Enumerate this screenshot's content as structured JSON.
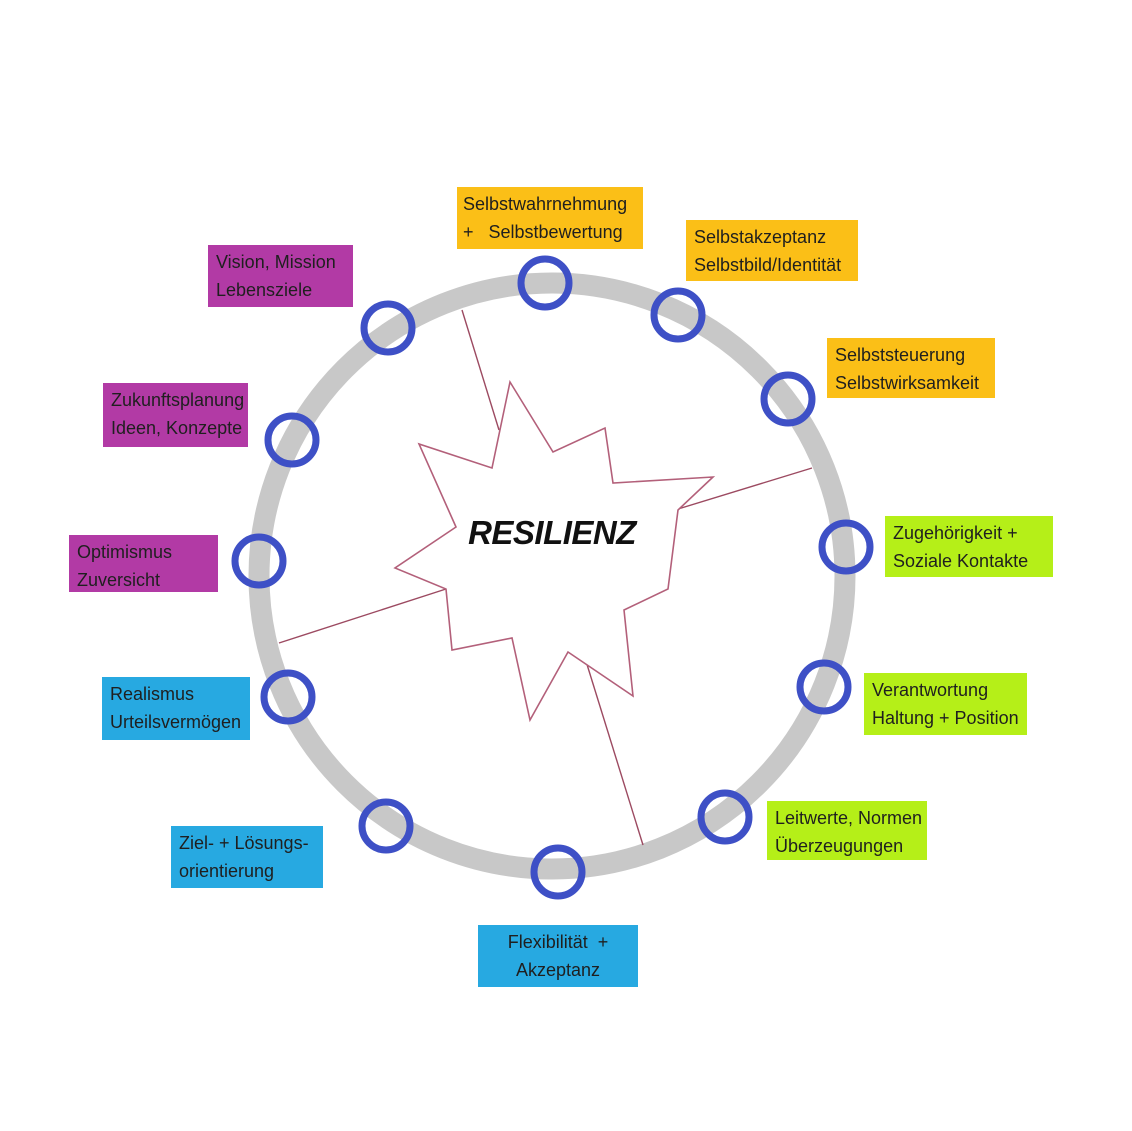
{
  "title": {
    "center_label": "RESILIENZ"
  },
  "colors": {
    "yellow": "#FBBF17",
    "green": "#B5EF18",
    "blue": "#27A9E1",
    "purple": "#B23AA5",
    "ring_gray": "#C8C8C8",
    "node_blue": "#3E50C6",
    "star_stroke": "#B3607A",
    "line_stroke": "#9C4A61"
  },
  "labels": [
    {
      "id": "selbstwahrnehmung",
      "color": "yellow",
      "line1": "Selbstwahrnehmung",
      "line2": "+   Selbstbewertung"
    },
    {
      "id": "selbstakzeptanz",
      "color": "yellow",
      "line1": "Selbstakzeptanz",
      "line2": "Selbstbild/Identität"
    },
    {
      "id": "selbststeuerung",
      "color": "yellow",
      "line1": "Selbststeuerung",
      "line2": "Selbstwirksamkeit"
    },
    {
      "id": "zugehoerigkeit",
      "color": "green",
      "line1": "Zugehörigkeit +",
      "line2": "Soziale Kontakte"
    },
    {
      "id": "verantwortung",
      "color": "green",
      "line1": "Verantwortung",
      "line2": "Haltung + Position"
    },
    {
      "id": "leitwerte",
      "color": "green",
      "line1": "Leitwerte, Normen",
      "line2": "Überzeugungen"
    },
    {
      "id": "flexibilitaet",
      "color": "blue",
      "line1": "Flexibilität  +",
      "line2": "Akzeptanz"
    },
    {
      "id": "ziel-loesung",
      "color": "blue",
      "line1": "Ziel- + Lösungs-",
      "line2": "orientierung"
    },
    {
      "id": "realismus",
      "color": "blue",
      "line1": "Realismus",
      "line2": "Urteilsvermögen"
    },
    {
      "id": "optimismus",
      "color": "purple",
      "line1": "Optimismus",
      "line2": "Zuversicht"
    },
    {
      "id": "zukunftsplanung",
      "color": "purple",
      "line1": "Zukunftsplanung",
      "line2": "Ideen, Konzepte"
    },
    {
      "id": "vision",
      "color": "purple",
      "line1": "Vision, Mission",
      "line2": "Lebensziele"
    }
  ]
}
